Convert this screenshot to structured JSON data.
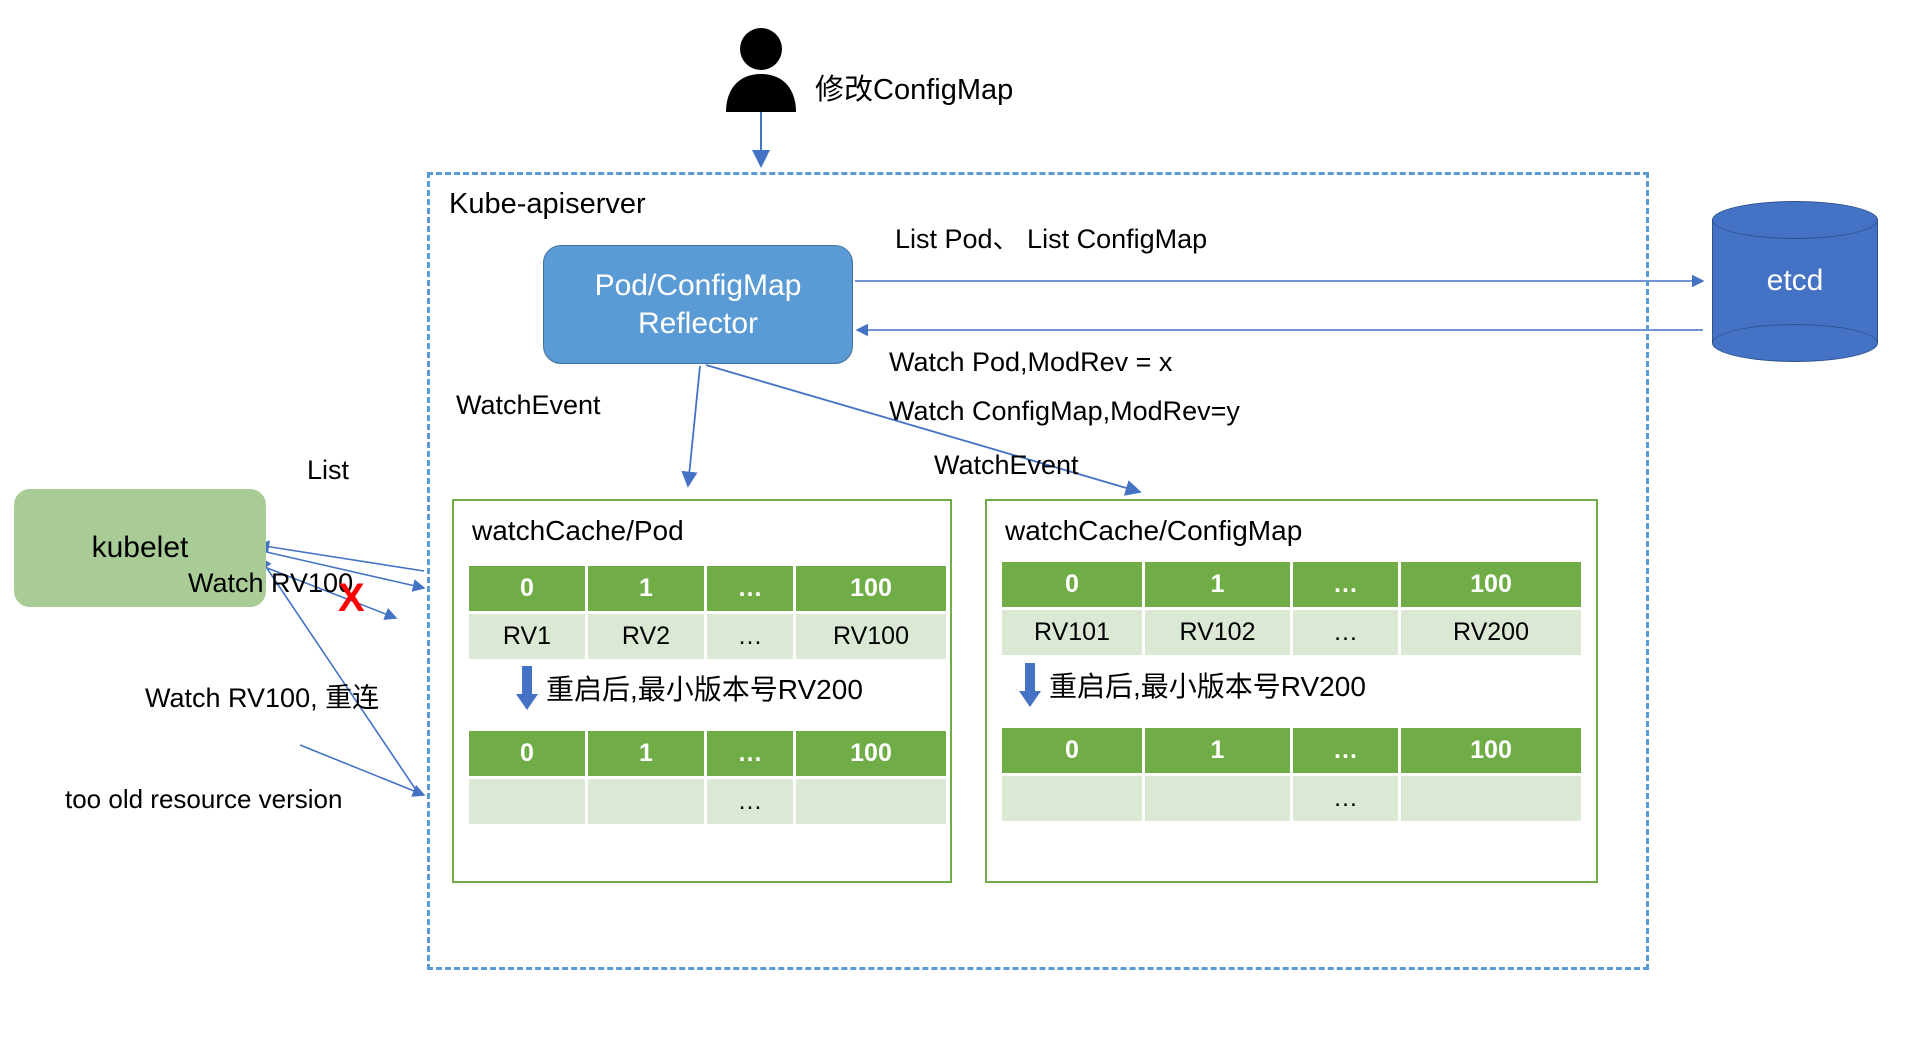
{
  "diagram": {
    "title": "Kubernetes watchCache resource version diagram",
    "colors": {
      "apiserver_border": "#5b9bd5",
      "reflector_fill": "#5b9bd5",
      "kubelet_fill": "#a9cc96",
      "etcd_fill": "#4472c4",
      "cache_border": "#70ad47",
      "table_header": "#70ad47",
      "table_body": "#dbe8d3",
      "arrow": "#4472c4",
      "error_mark": "#ff0000"
    }
  },
  "actor": {
    "icon": "person-icon",
    "action_label": "修改ConfigMap"
  },
  "apiserver": {
    "title": "Kube-apiserver"
  },
  "reflector": {
    "line1": "Pod/ConfigMap",
    "line2": "Reflector"
  },
  "etcd": {
    "label": "etcd"
  },
  "kubelet": {
    "label": "kubelet"
  },
  "edge_labels": {
    "list_pod_configmap": "List Pod、 List ConfigMap",
    "watch_pod_modrev": "Watch Pod,ModRev = x",
    "watch_configmap_modrev": "Watch ConfigMap,ModRev=y",
    "watch_event_left": "WatchEvent",
    "watch_event_right": "WatchEvent",
    "list": "List",
    "watch_rv100": "Watch RV100",
    "watch_rv100_reconnect": "Watch RV100, 重连",
    "too_old": "too old resource version",
    "x_mark": "X"
  },
  "caches": [
    {
      "id": "watch-cache-pod",
      "title": "watchCache/Pod",
      "before": {
        "headers": [
          "0",
          "1",
          "…",
          "100"
        ],
        "values": [
          "RV1",
          "RV2",
          "…",
          "RV100"
        ]
      },
      "restart_note": "重启后,最小版本号RV200",
      "after": {
        "headers": [
          "0",
          "1",
          "…",
          "100"
        ],
        "values": [
          "",
          "",
          "…",
          ""
        ]
      }
    },
    {
      "id": "watch-cache-configmap",
      "title": "watchCache/ConfigMap",
      "before": {
        "headers": [
          "0",
          "1",
          "…",
          "100"
        ],
        "values": [
          "RV101",
          "RV102",
          "…",
          "RV200"
        ]
      },
      "restart_note": "重启后,最小版本号RV200",
      "after": {
        "headers": [
          "0",
          "1",
          "…",
          "100"
        ],
        "values": [
          "",
          "",
          "…",
          ""
        ]
      }
    }
  ]
}
